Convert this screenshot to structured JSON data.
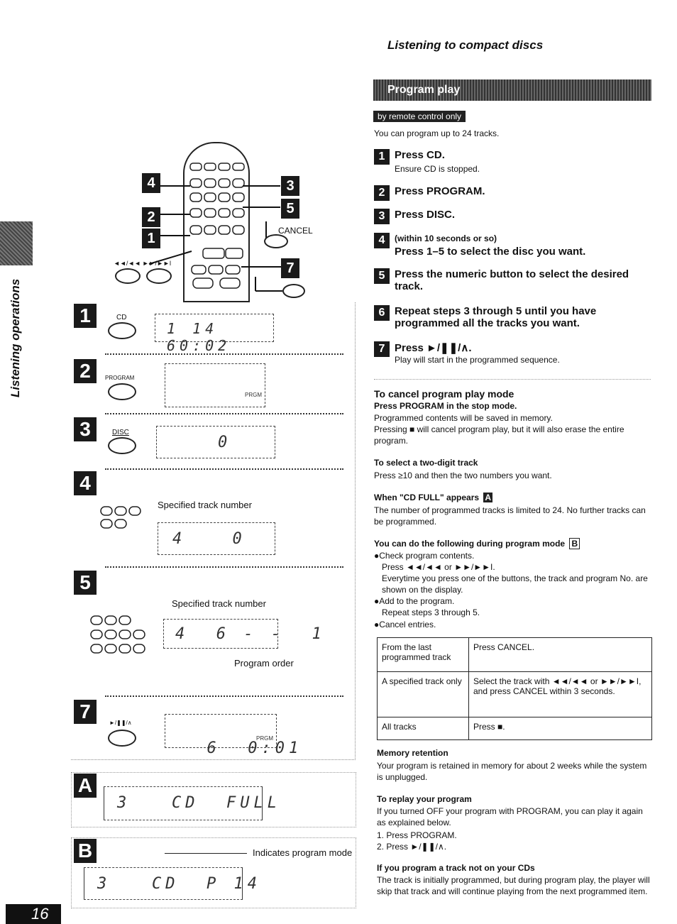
{
  "side": {
    "section_label": "Listening operations",
    "page_number": "16"
  },
  "header": {
    "title": "Listening to compact discs"
  },
  "banner": {
    "title": "Program play",
    "remote_only": "by remote control only"
  },
  "intro": "You can program up to 24 tracks.",
  "steps": [
    {
      "num": "1",
      "title": "Press CD.",
      "sub": "Ensure CD is stopped."
    },
    {
      "num": "2",
      "title": "Press PROGRAM.",
      "sub": ""
    },
    {
      "num": "3",
      "title": "Press DISC.",
      "sub": ""
    },
    {
      "num": "4",
      "pre": "(within 10 seconds or so)",
      "title": "Press 1–5 to select the disc you want.",
      "sub": ""
    },
    {
      "num": "5",
      "title": "Press the numeric button to select the desired track.",
      "sub": ""
    },
    {
      "num": "6",
      "title": "Repeat steps 3 through 5 until you have programmed all the tracks you want.",
      "sub": ""
    },
    {
      "num": "7",
      "title": "Press ►/❚❚/∧.",
      "sub": "Play will start in the programmed sequence."
    }
  ],
  "cancel": {
    "heading": "To cancel program play mode",
    "sub": "Press PROGRAM in the stop mode.",
    "line1": "Programmed contents will be saved in memory.",
    "line2": "Pressing ■ will cancel program play, but it will also erase the entire program."
  },
  "twodigit": {
    "heading": "To select a two-digit track",
    "text": "Press ≥10 and then the two numbers you want."
  },
  "cdfull": {
    "heading": "When \"CD FULL\" appears",
    "badge": "A",
    "text": "The number of programmed tracks is limited to 24. No further tracks can be programmed."
  },
  "during": {
    "heading": "You can do the following during program mode",
    "badge": "B",
    "b1": "●Check program contents.",
    "b1a": "Press ◄◄/◄◄ or ►►/►►I.",
    "b1b": "Everytime you press one of the buttons, the track and program No. are shown on the display.",
    "b2": "●Add to the program.",
    "b2a": "Repeat steps 3 through 5.",
    "b3": "●Cancel entries."
  },
  "table": [
    {
      "left": "From the last programmed track",
      "right": "Press CANCEL."
    },
    {
      "left": "A specified track only",
      "right": "Select the track with ◄◄/◄◄ or ►►/►►I, and press CANCEL within 3 seconds."
    },
    {
      "left": "All tracks",
      "right": "Press ■."
    }
  ],
  "memory": {
    "heading": "Memory retention",
    "text": "Your program is retained in memory for about 2 weeks while the system is unplugged."
  },
  "replay": {
    "heading": "To replay your program",
    "text": "If you turned OFF your program with PROGRAM, you can play it again as explained below.",
    "s1": "1. Press PROGRAM.",
    "s2": "2. Press ►/❚❚/∧."
  },
  "notoncd": {
    "heading": "If you program a track not on your CDs",
    "text": "The track is initially programmed, but during program play, the player will skip that track and will continue playing from the next programmed item."
  },
  "left": {
    "remote_cancel": "CANCEL",
    "remote_skip": "◄◄/◄◄ ►►/►►I",
    "remote_badges": [
      "4",
      "2",
      "1",
      "3",
      "5",
      "7"
    ],
    "s1_btn": "CD",
    "s1_lcd": "1 14 60:02",
    "s2_btn": "PROGRAM",
    "s2_tag": "PRGM",
    "s3_btn": "DISC",
    "s3_lcd": "0",
    "s4_label": "Specified track number",
    "s4_lcd_a": "4",
    "s4_lcd_b": "0",
    "s5_label": "Specified track number",
    "s5_lcd": "4  6 - -  1",
    "s5_order": "Program order",
    "s7_btn": "►/❚❚/∧",
    "s7_lcd": "6  0:01",
    "s7_tag": "PRGM",
    "a_lcd": "3   CD  FULL",
    "b_label": "Indicates program mode",
    "b_lcd": "3   CD  P 14",
    "disc_tag": "DISC",
    "badges": [
      "1",
      "2",
      "3",
      "4",
      "5",
      "7",
      "A",
      "B"
    ]
  }
}
